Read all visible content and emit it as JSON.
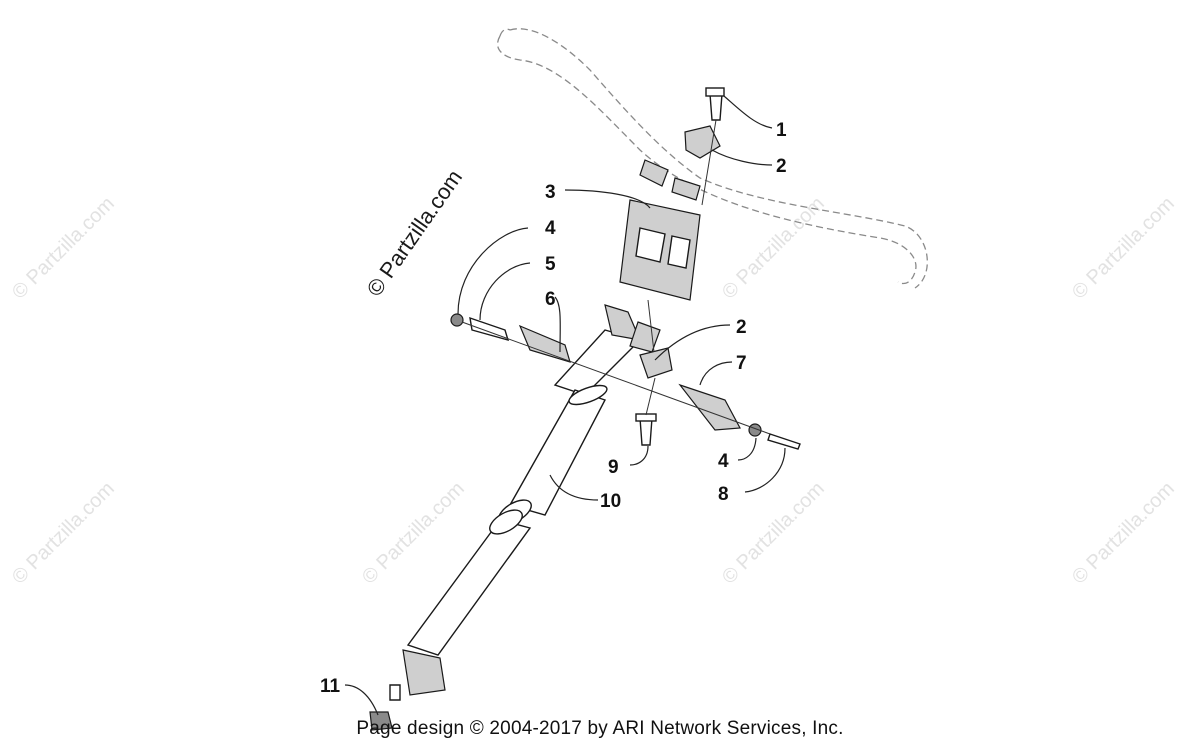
{
  "watermark": {
    "text": "© Partzilla.com",
    "main_text": "© Partzilla.com"
  },
  "callouts": [
    {
      "id": "callout-1",
      "label": "1"
    },
    {
      "id": "callout-2-top",
      "label": "2"
    },
    {
      "id": "callout-3",
      "label": "3"
    },
    {
      "id": "callout-4-left",
      "label": "4"
    },
    {
      "id": "callout-5",
      "label": "5"
    },
    {
      "id": "callout-6",
      "label": "6"
    },
    {
      "id": "callout-2-lower",
      "label": "2"
    },
    {
      "id": "callout-7",
      "label": "7"
    },
    {
      "id": "callout-9",
      "label": "9"
    },
    {
      "id": "callout-4-right",
      "label": "4"
    },
    {
      "id": "callout-8",
      "label": "8"
    },
    {
      "id": "callout-10",
      "label": "10"
    },
    {
      "id": "callout-11",
      "label": "11"
    }
  ],
  "footer": {
    "text": "Page design © 2004-2017 by ARI Network Services, Inc."
  }
}
